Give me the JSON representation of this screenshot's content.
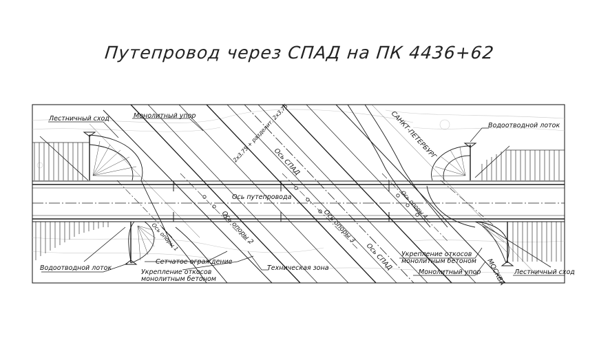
{
  "title": "Путепровод через СПАД на ПК 4436+62",
  "labels": {
    "stair_left": "Лестничный сход",
    "stair_right": "Лестничный сход",
    "monolith_stop_top": "Монолитный упор",
    "monolith_stop_bottom": "Монолитный упор",
    "drain_tray_right": "Водоотводной лоток",
    "drain_tray_left": "Водоотводной лоток",
    "st_petersburg": "САНКТ-ПЕТЕРБУРГ",
    "moscow": "МОСКВА",
    "axis_spad_top": "Ось СПАД",
    "axis_spad_bottom": "Ось СПАД",
    "axis_overpass": "Ось путепровода",
    "axis_support_2": "Ось опоры 2",
    "axis_support_3": "Ось опоры 3",
    "axis_support_1": "Ось опоры 1",
    "axis_support_4": "Ось опоры 4",
    "mesh_fence": "Сетчатое ограждение",
    "slope_reinforce_left_1": "Укрепление откосов",
    "slope_reinforce_left_2": "монолитным бетоном",
    "slope_reinforce_right_1": "Укрепление откосов",
    "slope_reinforce_right_2": "монолитным бетоном",
    "tech_zone": "Техническая зона",
    "lane_dims": "2х3,75 + разделит. 2х3,75"
  },
  "colors": {
    "line": "#1a1a1a",
    "thin": "#555555",
    "faint": "#b5b5b5"
  }
}
